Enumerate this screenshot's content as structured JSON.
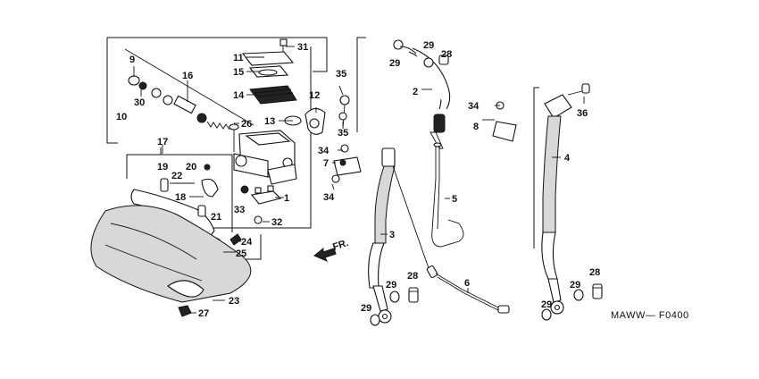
{
  "diagram_code": "MAWW— F0400",
  "direction_label": "FR.",
  "callouts": {
    "c1": "1",
    "c2": "2",
    "c3": "3",
    "c4": "4",
    "c5": "5",
    "c6": "6",
    "c7": "7",
    "c8": "8",
    "c9": "9",
    "c10": "10",
    "c11": "11",
    "c12": "12",
    "c13": "13",
    "c14": "14",
    "c15": "15",
    "c16": "16",
    "c17": "17",
    "c18": "18",
    "c19": "19",
    "c20": "20",
    "c21": "21",
    "c22": "22",
    "c23": "23",
    "c24": "24",
    "c25": "25",
    "c26": "26",
    "c27": "27",
    "c28a": "28",
    "c28b": "28",
    "c28c": "28",
    "c29a": "29",
    "c29b": "29",
    "c29c": "29",
    "c29d": "29",
    "c29e": "29",
    "c29f": "29",
    "c30": "30",
    "c31": "31",
    "c32": "32",
    "c33": "33",
    "c34a": "34",
    "c34b": "34",
    "c34c": "34",
    "c35a": "35",
    "c35b": "35",
    "c36": "36"
  }
}
